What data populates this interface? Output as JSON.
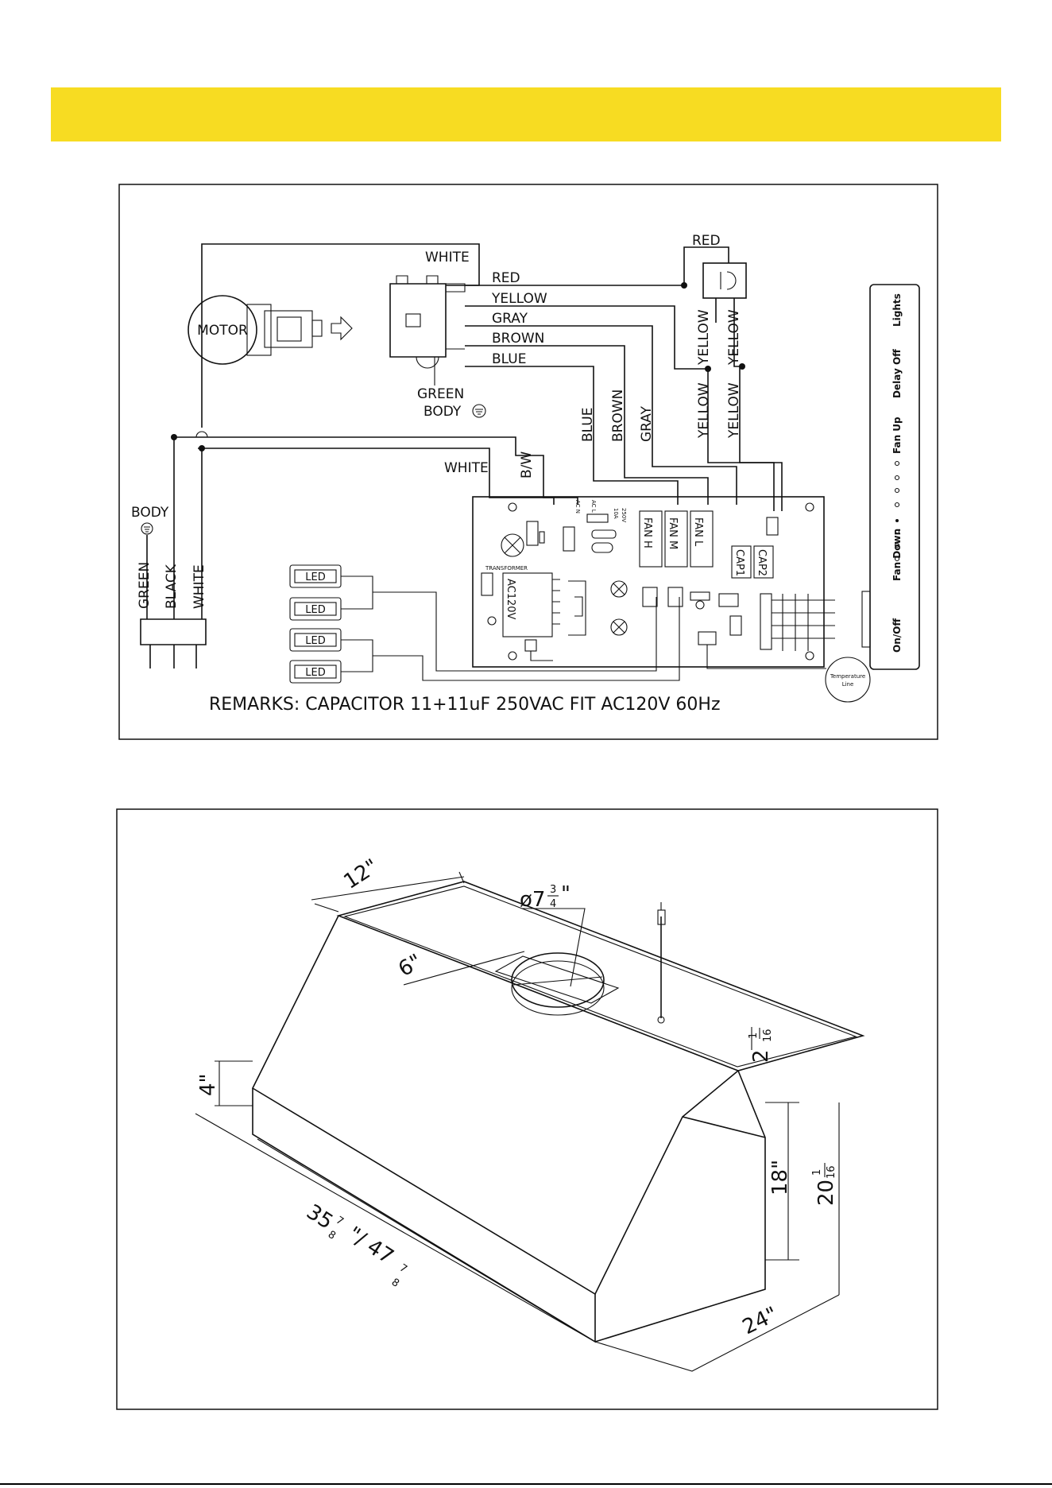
{
  "colors": {
    "banner": "#f7dc22",
    "ink": "#111111"
  },
  "wiring": {
    "motor": "MOTOR",
    "connector_wire_labels": [
      "WHITE",
      "RED",
      "YELLOW",
      "GRAY",
      "BROWN",
      "BLUE"
    ],
    "green_label": "GREEN",
    "body_label": "BODY",
    "red_top": "RED",
    "yellow_labels": [
      "YELLOW",
      "YELLOW",
      "YELLOW",
      "YELLOW"
    ],
    "board_wire_labels": [
      "BLUE",
      "BROWN",
      "GRAY"
    ],
    "bw": "B/W",
    "white_to_board": "WHITE",
    "body_ground": "BODY",
    "cord_labels": [
      "GREEN",
      "BLACK",
      "WHITE"
    ],
    "led": "LED",
    "board": {
      "ac_n": "AC N",
      "ac_l": "AC L",
      "fuse_lines": [
        "10A",
        "250V"
      ],
      "transformer": "TRANSFORMER",
      "ac120v": "AC120V",
      "fan_h": "FAN H",
      "fan_m": "FAN M",
      "fan_l": "FAN L",
      "cap1": "CAP1",
      "cap2": "CAP2"
    },
    "temperature": [
      "Temperature",
      "Line"
    ],
    "control_panel": [
      "On/Off",
      "Fan Down",
      "Fan Up",
      "Delay Off",
      "Lights"
    ],
    "remarks": "REMARKS: CAPACITOR  11+11uF    250VAC FIT AC120V 60Hz"
  },
  "dimensions": {
    "d12": "12\"",
    "dia": "ø7",
    "dia_frac": {
      "num": "3",
      "den": "4"
    },
    "inch": "\"",
    "d6": "6\"",
    "d4": "4\"",
    "d2_whole": "2",
    "d2_frac": {
      "num": "1",
      "den": "16"
    },
    "d18": "18\"",
    "d20_whole": "20",
    "d20_frac": {
      "num": "1",
      "den": "16"
    },
    "d24": "24\"",
    "width_a": "35",
    "width_a_frac": {
      "num": "7",
      "den": "8"
    },
    "width_sep": "\"/ 47",
    "width_b_frac": {
      "num": "7",
      "den": "8"
    }
  }
}
